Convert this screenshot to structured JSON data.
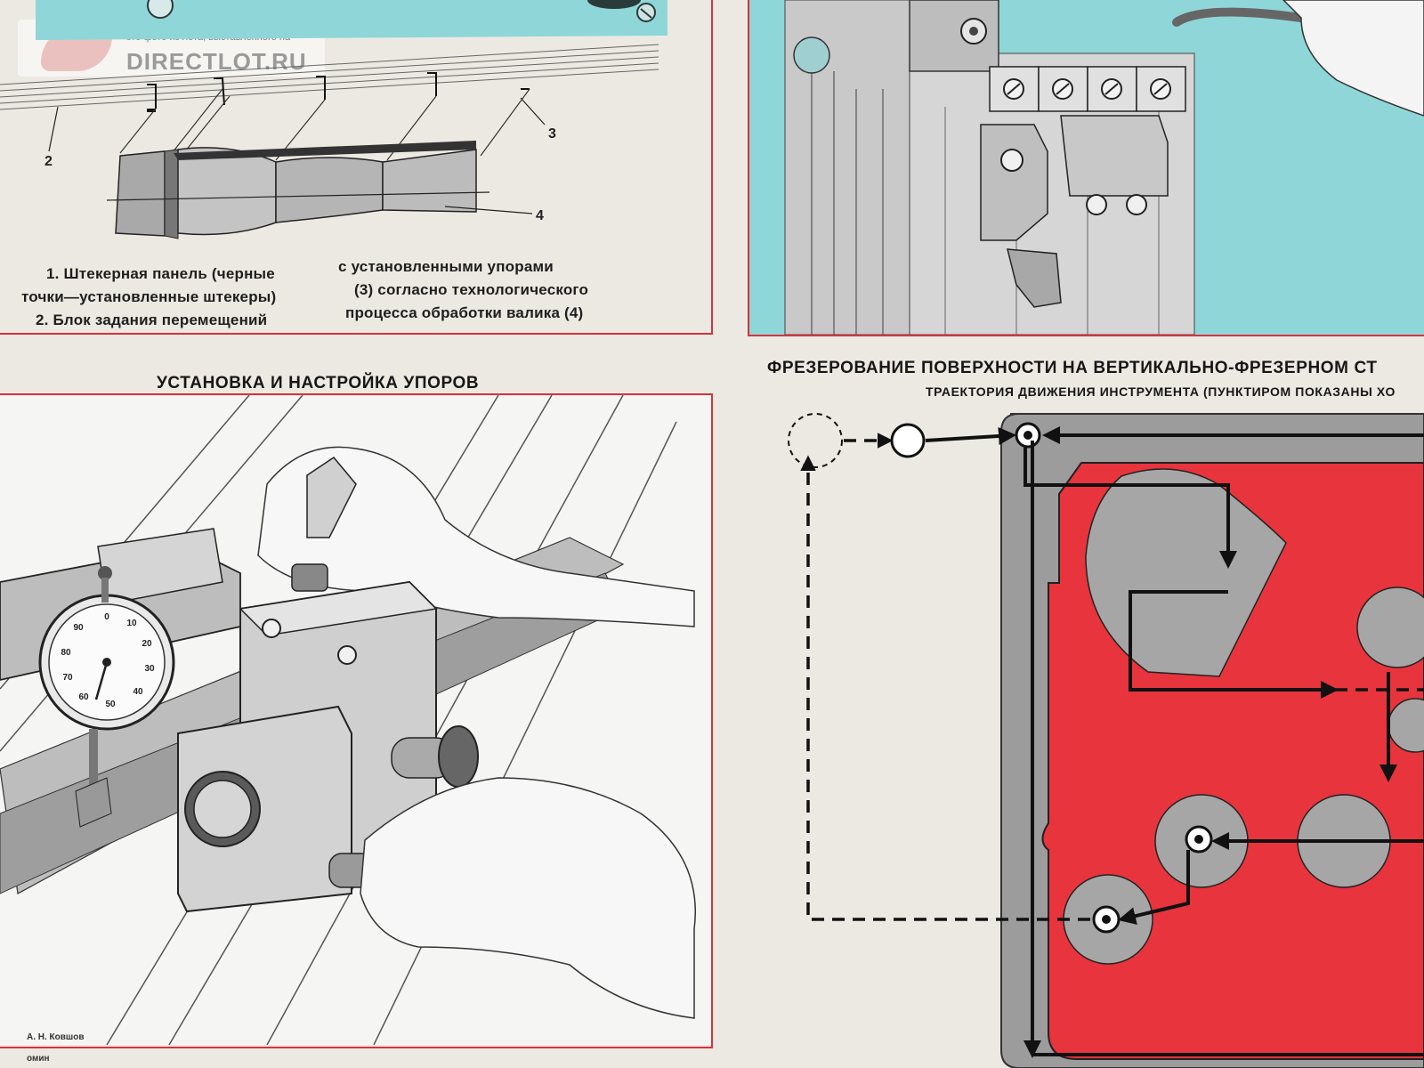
{
  "watermark": {
    "small": "это фото из лота, выставленного на",
    "brand": "DIRECTLOT.RU"
  },
  "top_left": {
    "labels": [
      "2",
      "3",
      "4"
    ],
    "caption_left": [
      "1. Штекерная панель (черные",
      "точки—установленные штекеры)",
      "2. Блок задания перемещений"
    ],
    "caption_right": [
      "с установленными упорами",
      "(3) согласно технологического",
      "процесса обработки валика (4)"
    ]
  },
  "bottom_left": {
    "title": "УСТАНОВКА И НАСТРОЙКА УПОРОВ",
    "dial_numbers": [
      "0",
      "10",
      "20",
      "30",
      "40",
      "50",
      "60",
      "70",
      "80",
      "90"
    ],
    "footnote_1": "А. Н. Ковшов",
    "footnote_2": "омин"
  },
  "bottom_right": {
    "title": "ФРЕЗЕРОВАНИЕ ПОВЕРХНОСТИ НА ВЕРТИКАЛЬНО-ФРЕЗЕРНОМ СТ",
    "subtitle": "ТРАЕКТОРИЯ ДВИЖЕНИЯ ИНСТРУМЕНТА (ПУНКТИРОМ ПОКАЗАНЫ ХО"
  },
  "colors": {
    "frame": "#d8323c",
    "cyan_panel": "#8fd6d8",
    "workpiece_red": "#e8343c",
    "metal_gray": "#9a9a9a"
  }
}
